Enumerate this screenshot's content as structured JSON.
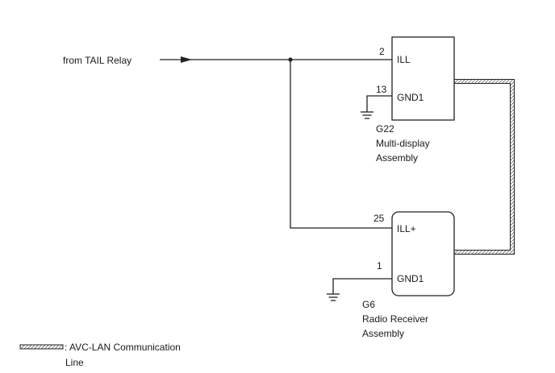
{
  "source": {
    "label": "from TAIL Relay"
  },
  "components": [
    {
      "code": "G22",
      "name_line1": "Multi-display",
      "name_line2": "Assembly",
      "pins": [
        {
          "number": "2",
          "name": "ILL"
        },
        {
          "number": "13",
          "name": "GND1"
        }
      ]
    },
    {
      "code": "G6",
      "name_line1": "Radio Receiver",
      "name_line2": "Assembly",
      "pins": [
        {
          "number": "25",
          "name": "ILL+"
        },
        {
          "number": "1",
          "name": "GND1"
        }
      ]
    }
  ],
  "legend": {
    "text_line1": ": AVC-LAN Communication",
    "text_line2": "Line"
  }
}
